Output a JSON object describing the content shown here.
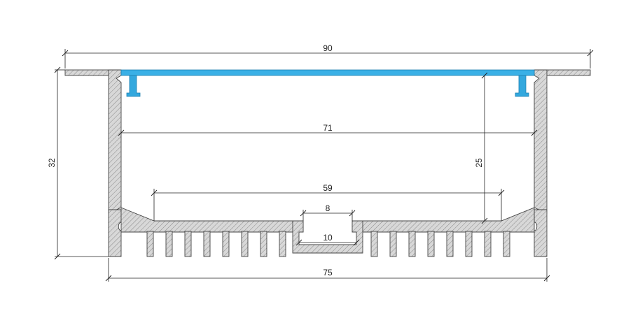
{
  "drawing": {
    "dimensions": {
      "overall_width": "90",
      "inner_width": "71",
      "fin_span": "59",
      "slot_width": "8",
      "channel_width": "10",
      "base_width": "75",
      "overall_height": "32",
      "inner_depth": "25"
    },
    "colors": {
      "profile_fill": "#d8d8d8",
      "profile_outline": "#444444",
      "hatch": "#8a8a8a",
      "diffuser": "#3ab0e6",
      "diffuser_clip": "#33a8de",
      "dimension_line": "#222222",
      "background": "#ffffff"
    },
    "components": [
      "aluminium-profile",
      "led-diffuser",
      "heatsink-fins",
      "dimension-lines"
    ]
  }
}
